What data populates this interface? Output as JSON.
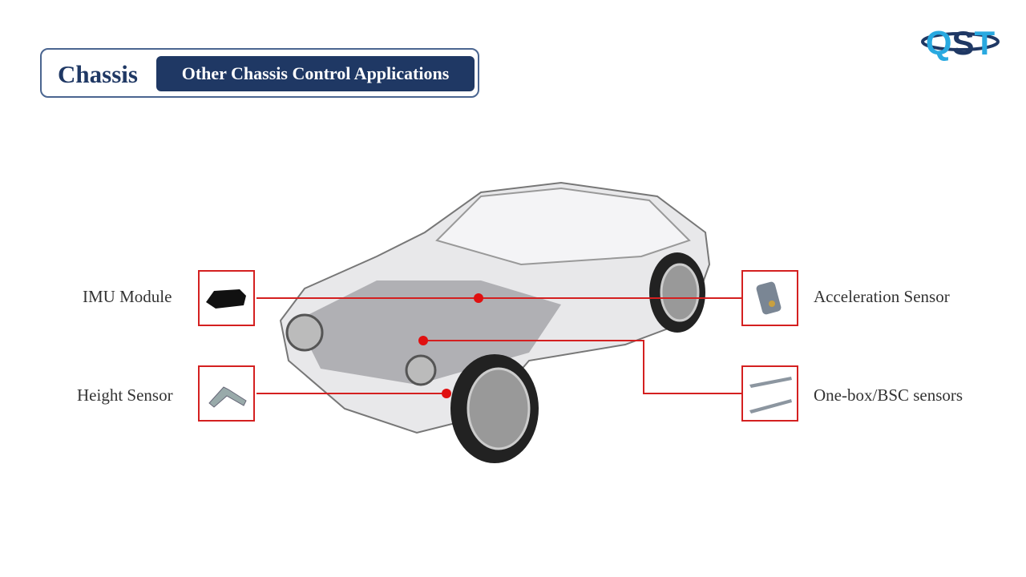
{
  "header": {
    "title": "Chassis",
    "subtitle": "Other Chassis Control Applications"
  },
  "logo": {
    "text": "QST"
  },
  "sensors": [
    {
      "label": "IMU Module",
      "icon": "imu-module-icon"
    },
    {
      "label": "Height Sensor",
      "icon": "height-sensor-icon"
    },
    {
      "label": "Acceleration Sensor",
      "icon": "acceleration-sensor-icon"
    },
    {
      "label": "One-box/BSC sensors",
      "icon": "bsc-sensor-icon"
    }
  ],
  "colors": {
    "accent": "#1f3864",
    "callout": "#d42020",
    "logo_light": "#29a9e0"
  }
}
